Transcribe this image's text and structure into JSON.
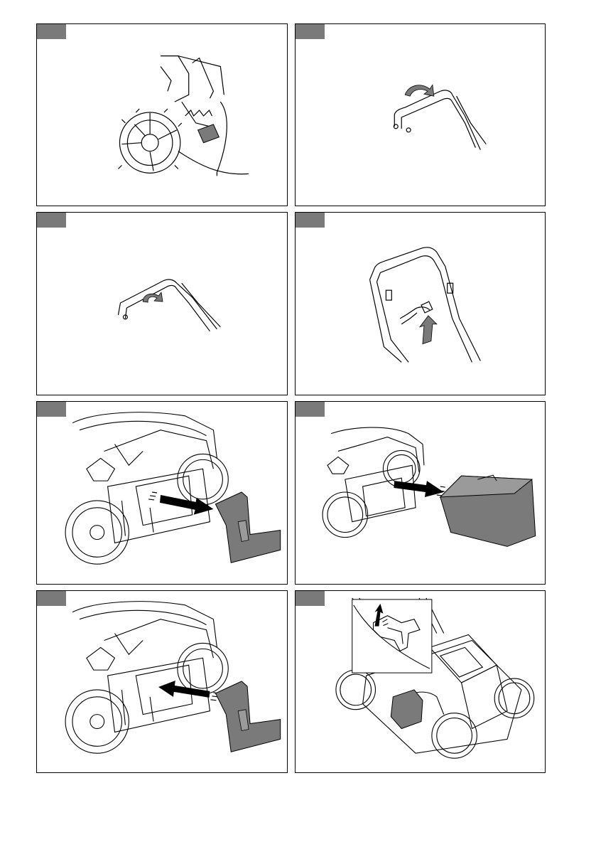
{
  "page": {
    "background": "#ffffff",
    "tab_color": "#7a7a7a",
    "panels": [
      {
        "id": 1,
        "subject": "rear-wheel-height-lever"
      },
      {
        "id": 2,
        "subject": "handle-fold-down"
      },
      {
        "id": 3,
        "subject": "handle-rotate"
      },
      {
        "id": 4,
        "subject": "handle-knob-tighten"
      },
      {
        "id": 5,
        "subject": "remove-mulching-plug"
      },
      {
        "id": 6,
        "subject": "attach-grass-bag"
      },
      {
        "id": 7,
        "subject": "insert-mulching-plug"
      },
      {
        "id": 8,
        "subject": "side-discharge-flap"
      }
    ]
  }
}
